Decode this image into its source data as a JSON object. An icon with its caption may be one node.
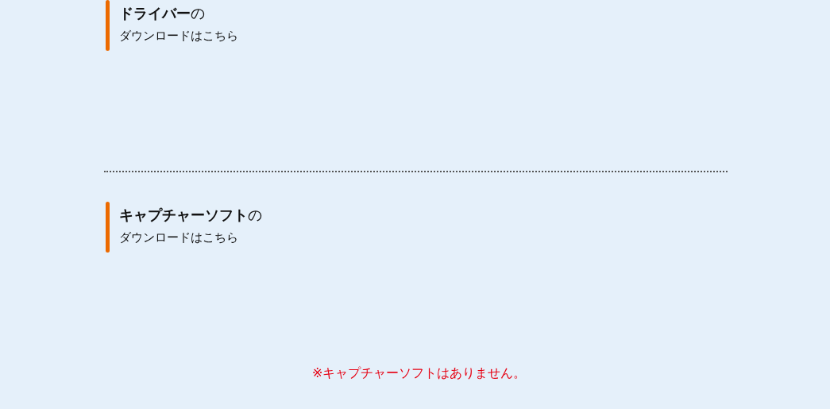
{
  "diagram": {
    "labels": [
      "**ドライバー**の",
      "ダウンロードはこちら",
      "**キャプチャーソフト**の",
      "ダウンロードはこちら",
      "※キャプチャーソフトはありません。"
    ]
  }
}
